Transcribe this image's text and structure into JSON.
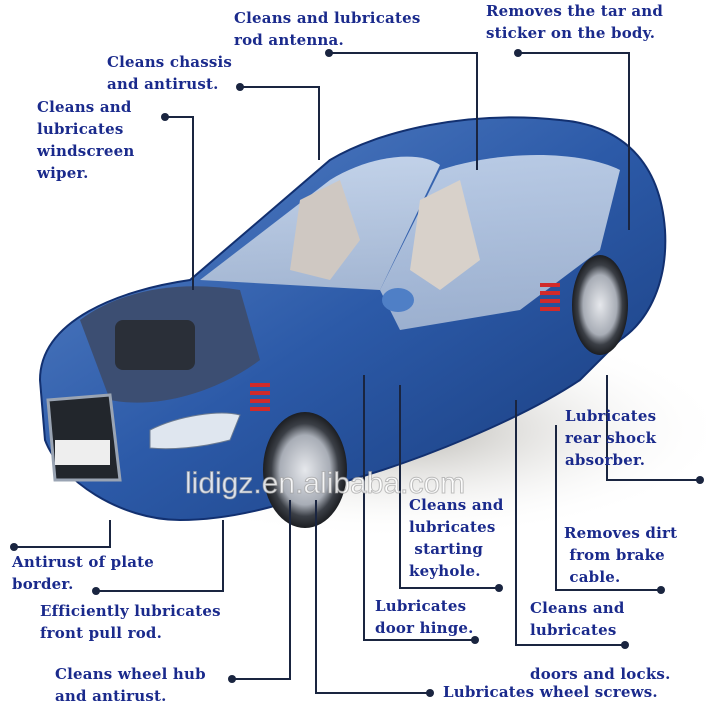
{
  "title": "Car maintenance spray application points",
  "accent_color": "#1a2a8c",
  "line_color": "#1a2540",
  "watermark": "lidigz.en.alibaba.com",
  "callouts": [
    {
      "id": "rod-antenna",
      "text": "Cleans and lubricates\nrod antenna."
    },
    {
      "id": "tar-sticker",
      "text": "Removes the tar and\nsticker on the body."
    },
    {
      "id": "chassis",
      "text": "Cleans chassis\nand antirust."
    },
    {
      "id": "wiper",
      "text": "Cleans and\nlubricates\nwindscreen\nwiper."
    },
    {
      "id": "rear-shock",
      "text": "Lubricates\nrear shock\nabsorber."
    },
    {
      "id": "keyhole",
      "text": "Cleans and\nlubricates\n starting\nkeyhole."
    },
    {
      "id": "brake-cable",
      "text": "Removes dirt\n from brake\n cable."
    },
    {
      "id": "plate-border",
      "text": "Antirust of plate\nborder."
    },
    {
      "id": "door-hinge",
      "text": "Lubricates\ndoor hinge."
    },
    {
      "id": "front-pull-rod",
      "text": "Efficiently lubricates\nfront pull rod."
    },
    {
      "id": "doors-locks",
      "text": "Cleans and\nlubricates\n\ndoors and locks."
    },
    {
      "id": "wheel-hub",
      "text": "Cleans wheel hub\nand antirust."
    },
    {
      "id": "wheel-screws",
      "text": "Lubricates wheel screws."
    }
  ]
}
